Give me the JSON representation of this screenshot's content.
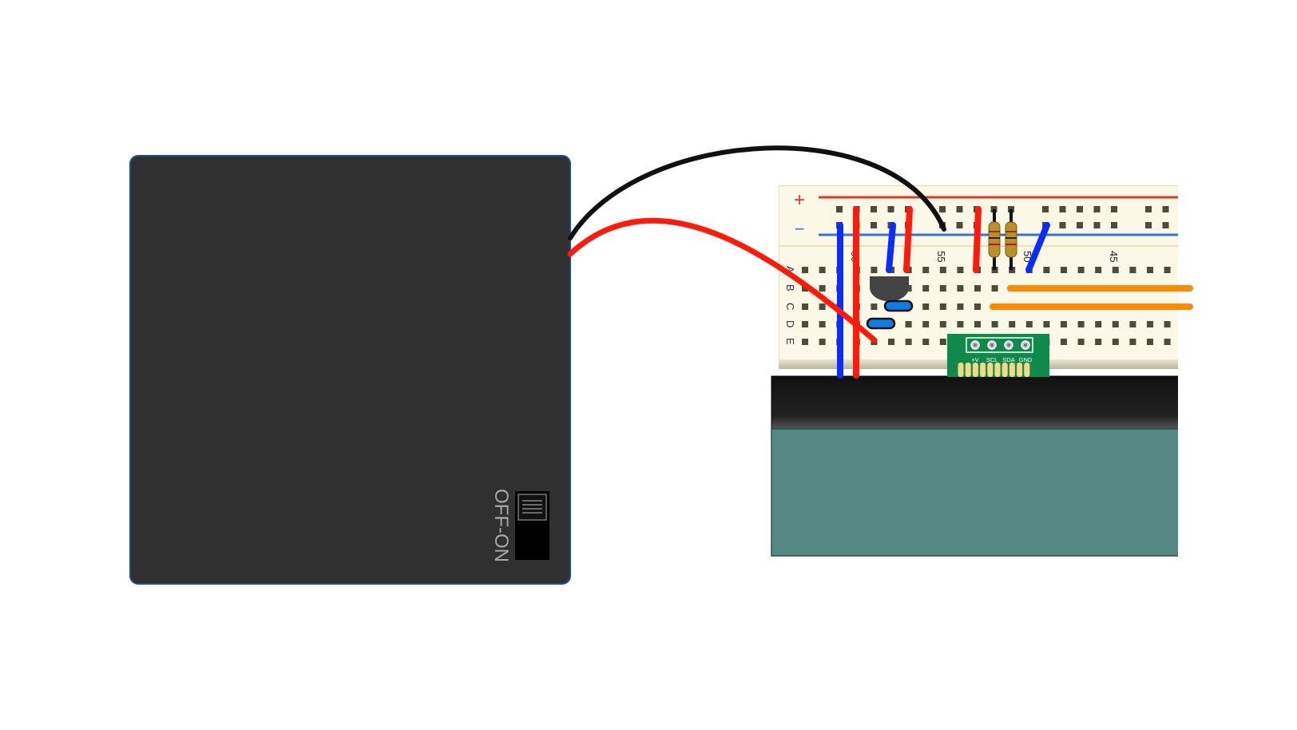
{
  "battery_pack": {
    "switch_label": "OFF-ON"
  },
  "breadboard": {
    "rail_plus": "+",
    "rail_minus": "−",
    "column_numbers": [
      "60",
      "55",
      "50",
      "45"
    ],
    "row_letters": [
      "A",
      "B",
      "C",
      "D",
      "E"
    ]
  },
  "i2c_module": {
    "pins": [
      "+V",
      "SCL",
      "SDA",
      "GND"
    ]
  },
  "colors": {
    "battery_body": "#303030",
    "battery_outline": "#1f4e8c",
    "wire_red": "#ff1a0a",
    "wire_black": "#111111",
    "wire_blue": "#0a2cff",
    "wire_orange": "#ff8a00",
    "breadboard": "#fbf8e8",
    "rail_red": "#e8332a",
    "rail_blue": "#3b6fd8",
    "lcd_bezel": "#1b1b1b",
    "lcd_screen": "#548883",
    "pcb_green": "#0f8a4a",
    "resistor": "#b9912a",
    "transistor": "#444444",
    "capacitor": "#0a7fe6"
  }
}
